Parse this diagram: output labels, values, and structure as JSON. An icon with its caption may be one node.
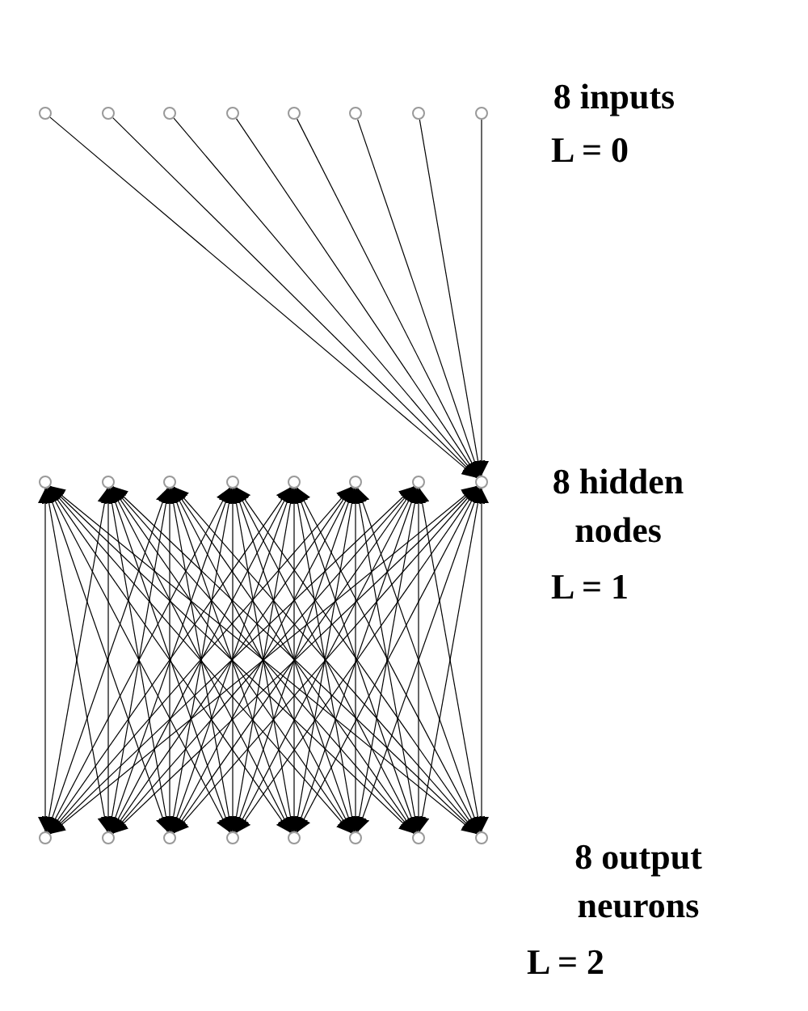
{
  "diagram": {
    "nodes": [
      {
        "text": [],
        "shape": "circle"
      },
      {
        "text": [],
        "shape": "circle"
      },
      {
        "text": [],
        "shape": "circle"
      },
      {
        "text": [],
        "shape": "circle"
      },
      {
        "text": [],
        "shape": "circle"
      },
      {
        "text": [],
        "shape": "circle"
      },
      {
        "text": [],
        "shape": "circle"
      },
      {
        "text": [],
        "shape": "circle"
      },
      {
        "text": [],
        "shape": "circle"
      },
      {
        "text": [],
        "shape": "circle"
      },
      {
        "text": [],
        "shape": "circle"
      },
      {
        "text": [],
        "shape": "circle"
      },
      {
        "text": [],
        "shape": "circle"
      },
      {
        "text": [],
        "shape": "circle"
      },
      {
        "text": [],
        "shape": "circle"
      },
      {
        "text": [],
        "shape": "circle"
      },
      {
        "text": [],
        "shape": "circle"
      },
      {
        "text": [],
        "shape": "circle"
      },
      {
        "text": [],
        "shape": "circle"
      },
      {
        "text": [],
        "shape": "circle"
      },
      {
        "text": [],
        "shape": "circle"
      },
      {
        "text": [],
        "shape": "circle"
      },
      {
        "text": [],
        "shape": "circle"
      },
      {
        "text": [],
        "shape": "circle"
      }
    ],
    "edges": [
      {
        "from": 0,
        "to": 15,
        "arrow": "to"
      },
      {
        "from": 1,
        "to": 15,
        "arrow": "to"
      },
      {
        "from": 2,
        "to": 15,
        "arrow": "to"
      },
      {
        "from": 3,
        "to": 15,
        "arrow": "to"
      },
      {
        "from": 4,
        "to": 15,
        "arrow": "to"
      },
      {
        "from": 5,
        "to": 15,
        "arrow": "to"
      },
      {
        "from": 6,
        "to": 15,
        "arrow": "to"
      },
      {
        "from": 7,
        "to": 15,
        "arrow": "to"
      },
      {
        "from": 8,
        "to": 16,
        "arrow": "both"
      },
      {
        "from": 8,
        "to": 17,
        "arrow": "both"
      },
      {
        "from": 8,
        "to": 18,
        "arrow": "both"
      },
      {
        "from": 8,
        "to": 19,
        "arrow": "both"
      },
      {
        "from": 8,
        "to": 20,
        "arrow": "both"
      },
      {
        "from": 8,
        "to": 21,
        "arrow": "both"
      },
      {
        "from": 8,
        "to": 22,
        "arrow": "both"
      },
      {
        "from": 8,
        "to": 23,
        "arrow": "both"
      },
      {
        "from": 9,
        "to": 16,
        "arrow": "both"
      },
      {
        "from": 9,
        "to": 17,
        "arrow": "both"
      },
      {
        "from": 9,
        "to": 18,
        "arrow": "both"
      },
      {
        "from": 9,
        "to": 19,
        "arrow": "both"
      },
      {
        "from": 9,
        "to": 20,
        "arrow": "both"
      },
      {
        "from": 9,
        "to": 21,
        "arrow": "both"
      },
      {
        "from": 9,
        "to": 22,
        "arrow": "both"
      },
      {
        "from": 9,
        "to": 23,
        "arrow": "both"
      },
      {
        "from": 10,
        "to": 16,
        "arrow": "both"
      },
      {
        "from": 10,
        "to": 17,
        "arrow": "both"
      },
      {
        "from": 10,
        "to": 18,
        "arrow": "both"
      },
      {
        "from": 10,
        "to": 19,
        "arrow": "both"
      },
      {
        "from": 10,
        "to": 20,
        "arrow": "both"
      },
      {
        "from": 10,
        "to": 21,
        "arrow": "both"
      },
      {
        "from": 10,
        "to": 22,
        "arrow": "both"
      },
      {
        "from": 10,
        "to": 23,
        "arrow": "both"
      },
      {
        "from": 11,
        "to": 16,
        "arrow": "both"
      },
      {
        "from": 11,
        "to": 17,
        "arrow": "both"
      },
      {
        "from": 11,
        "to": 18,
        "arrow": "both"
      },
      {
        "from": 11,
        "to": 19,
        "arrow": "both"
      },
      {
        "from": 11,
        "to": 20,
        "arrow": "both"
      },
      {
        "from": 11,
        "to": 21,
        "arrow": "both"
      },
      {
        "from": 11,
        "to": 22,
        "arrow": "both"
      },
      {
        "from": 11,
        "to": 23,
        "arrow": "both"
      },
      {
        "from": 12,
        "to": 16,
        "arrow": "both"
      },
      {
        "from": 12,
        "to": 17,
        "arrow": "both"
      },
      {
        "from": 12,
        "to": 18,
        "arrow": "both"
      },
      {
        "from": 12,
        "to": 19,
        "arrow": "both"
      },
      {
        "from": 12,
        "to": 20,
        "arrow": "both"
      },
      {
        "from": 12,
        "to": 21,
        "arrow": "both"
      },
      {
        "from": 12,
        "to": 22,
        "arrow": "both"
      },
      {
        "from": 12,
        "to": 23,
        "arrow": "both"
      },
      {
        "from": 13,
        "to": 16,
        "arrow": "both"
      },
      {
        "from": 13,
        "to": 17,
        "arrow": "both"
      },
      {
        "from": 13,
        "to": 18,
        "arrow": "both"
      },
      {
        "from": 13,
        "to": 19,
        "arrow": "both"
      },
      {
        "from": 13,
        "to": 20,
        "arrow": "both"
      },
      {
        "from": 13,
        "to": 21,
        "arrow": "both"
      },
      {
        "from": 13,
        "to": 22,
        "arrow": "both"
      },
      {
        "from": 13,
        "to": 23,
        "arrow": "both"
      },
      {
        "from": 14,
        "to": 16,
        "arrow": "both"
      },
      {
        "from": 14,
        "to": 17,
        "arrow": "both"
      },
      {
        "from": 14,
        "to": 18,
        "arrow": "both"
      },
      {
        "from": 14,
        "to": 19,
        "arrow": "both"
      },
      {
        "from": 14,
        "to": 20,
        "arrow": "both"
      },
      {
        "from": 14,
        "to": 21,
        "arrow": "both"
      },
      {
        "from": 14,
        "to": 22,
        "arrow": "both"
      },
      {
        "from": 14,
        "to": 23,
        "arrow": "both"
      },
      {
        "from": 15,
        "to": 16,
        "arrow": "both"
      },
      {
        "from": 15,
        "to": 17,
        "arrow": "both"
      },
      {
        "from": 15,
        "to": 18,
        "arrow": "both"
      },
      {
        "from": 15,
        "to": 19,
        "arrow": "both"
      },
      {
        "from": 15,
        "to": 20,
        "arrow": "both"
      },
      {
        "from": 15,
        "to": 21,
        "arrow": "both"
      },
      {
        "from": 15,
        "to": 22,
        "arrow": "both"
      },
      {
        "from": 15,
        "to": 23,
        "arrow": "both"
      }
    ],
    "labels": [
      "8 inputs",
      "L = 0",
      "8 hidden nodes",
      "L = 1",
      "8 output neurons",
      "L = 2"
    ]
  }
}
